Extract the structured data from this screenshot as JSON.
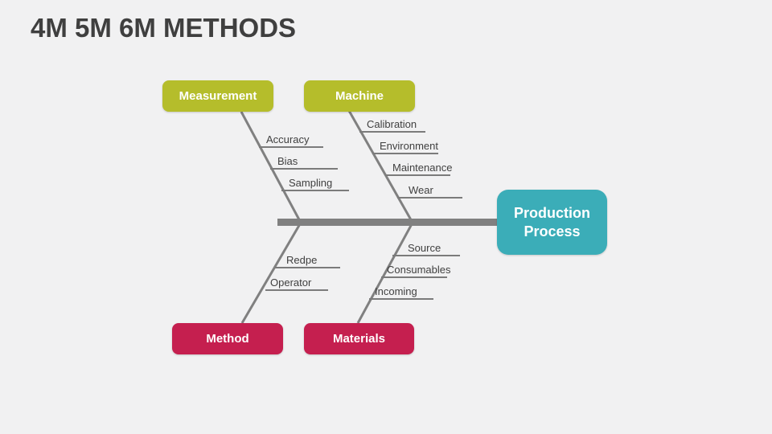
{
  "slide": {
    "title": "4M 5M 6M METHODS",
    "diagram_type": "fishbone"
  },
  "effect": {
    "label": "Production Process",
    "lines": [
      "Production",
      "Process"
    ]
  },
  "branches": [
    {
      "id": "measurement",
      "label": "Measurement",
      "position": "top-left",
      "items": [
        "Accuracy",
        "Bias",
        "Sampling"
      ]
    },
    {
      "id": "machine",
      "label": "Machine",
      "position": "top-right",
      "items": [
        "Calibration",
        "Environment",
        "Maintenance",
        "Wear"
      ]
    },
    {
      "id": "method",
      "label": "Method",
      "position": "bottom-left",
      "items": [
        "Redpe",
        "Operator"
      ]
    },
    {
      "id": "materials",
      "label": "Materials",
      "position": "bottom-right",
      "items": [
        "Source",
        "Consumables",
        "Incoming"
      ]
    }
  ],
  "colors": {
    "background": "#f1f1f2",
    "title_text": "#3f3f3f",
    "top_category_fill": "#b5bd2b",
    "bottom_category_fill": "#c51f4f",
    "effect_fill": "#3badb8",
    "bone_gray": "#808080",
    "item_text": "#404040",
    "box_text": "#ffffff"
  }
}
